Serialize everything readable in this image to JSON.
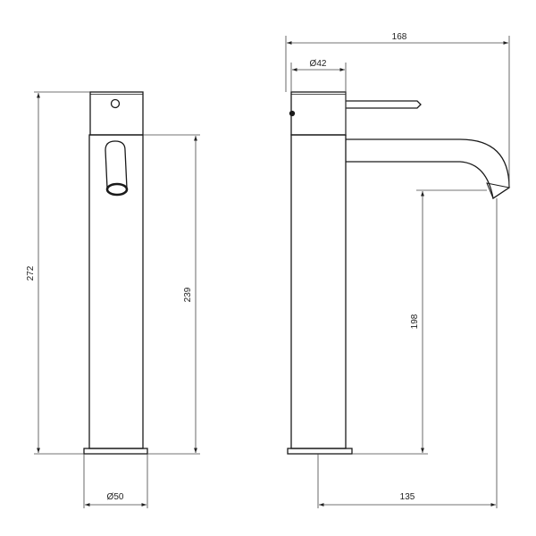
{
  "dimensions": {
    "front_total_height": "272",
    "front_body_height": "239",
    "front_base_diameter": "Ø50",
    "side_overall_width": "168",
    "side_body_diameter": "Ø42",
    "side_spout_height": "198",
    "side_spout_reach": "135"
  },
  "colors": {
    "line": "#1a1a1a",
    "dimension": "#222222",
    "background": "#ffffff"
  }
}
